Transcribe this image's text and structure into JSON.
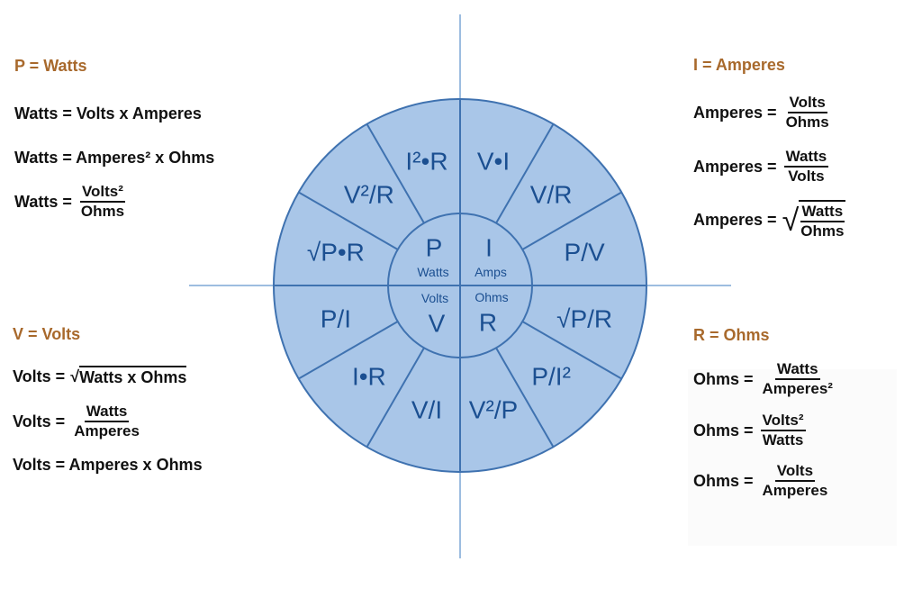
{
  "power": {
    "heading": "P = Watts",
    "f1": "Watts = Volts x Amperes",
    "f2": "Watts = Amperes² x Ohms",
    "f3_lhs": "Watts =",
    "f3_num": "Volts²",
    "f3_den": "Ohms"
  },
  "current": {
    "heading": "I = Amperes",
    "f1_lhs": "Amperes =",
    "f1_num": "Volts",
    "f1_den": "Ohms",
    "f2_lhs": "Amperes =",
    "f2_num": "Watts",
    "f2_den": "Volts",
    "f3_lhs": "Amperes =",
    "f3_num": "Watts",
    "f3_den": "Ohms"
  },
  "voltage": {
    "heading": "V = Volts",
    "f1_lhs": "Volts =",
    "f1_rad": "Watts x Ohms",
    "f2_lhs": "Volts =",
    "f2_num": "Watts",
    "f2_den": "Amperes",
    "f3": "Volts = Amperes x Ohms"
  },
  "resistance": {
    "heading": "R = Ohms",
    "f1_lhs": "Ohms =",
    "f1_num": "Watts",
    "f1_den": "Amperes²",
    "f2_lhs": "Ohms =",
    "f2_num": "Volts²",
    "f2_den": "Watts",
    "f3_lhs": "Ohms =",
    "f3_num": "Volts",
    "f3_den": "Amperes"
  },
  "wheel": {
    "center": {
      "p_symbol": "P",
      "p_unit": "Watts",
      "i_symbol": "I",
      "i_unit": "Amps",
      "v_symbol": "V",
      "v_unit": "Volts",
      "r_symbol": "R",
      "r_unit": "Ohms"
    },
    "segments": [
      "V•I",
      "V/R",
      "P/V",
      "√P/R",
      "P/I²",
      "V²/P",
      "V/I",
      "I•R",
      "P/I",
      "√P•R",
      "V²/R",
      "I²•R"
    ],
    "colors": {
      "fill": "#a9c6e8",
      "stroke": "#3f72b0",
      "text": "#1b4f91",
      "axis": "#9dbde0"
    }
  }
}
